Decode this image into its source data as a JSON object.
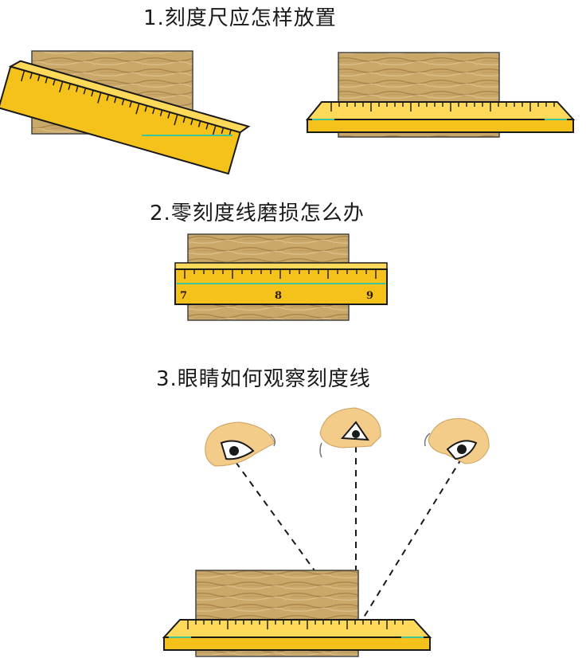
{
  "headings": {
    "section1": "1.刻度尺应怎样放置",
    "section2": "2.零刻度线磨损怎么办",
    "section3": "3.眼睛如何观察刻度线"
  },
  "ruler_numbers": [
    "7",
    "8",
    "9"
  ],
  "colors": {
    "ruler_yellow": "#f5c21b",
    "ruler_outline": "#1a1a1a",
    "wood": "#c9a86a",
    "measure_line": "#3fc49a",
    "skin": "#f3cc8a"
  },
  "icons": [
    "eye-left-icon",
    "eye-center-icon",
    "eye-right-icon"
  ]
}
